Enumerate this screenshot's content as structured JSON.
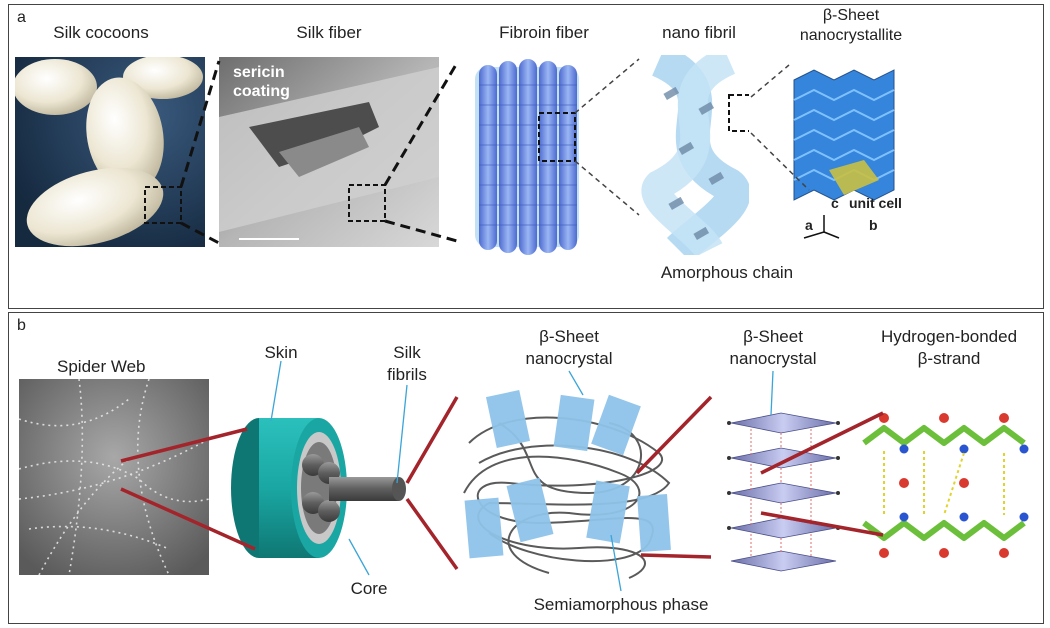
{
  "panel_a": {
    "panel_label": "a",
    "labels": {
      "silk_cocoons": "Silk cocoons",
      "silk_fiber": "Silk fiber",
      "sericin_coating": "sericin coating",
      "fibroin_fiber": "Fibroin fiber",
      "nano_fibril": "nano fibril",
      "beta_sheet_line1": "β-Sheet",
      "beta_sheet_line2": "nanocrystallite",
      "amorphous_chain": "Amorphous chain",
      "unit_cell": "unit cell",
      "axis_c": "c",
      "axis_a": "a",
      "axis_b": "b"
    }
  },
  "panel_b": {
    "panel_label": "b",
    "labels": {
      "spider_web": "Spider Web",
      "skin": "Skin",
      "silk_fibrils_line1": "Silk",
      "silk_fibrils_line2": "fibrils",
      "core": "Core",
      "nanocrystal1_line1": "β-Sheet",
      "nanocrystal1_line2": "nanocrystal",
      "nanocrystal2_line1": "β-Sheet",
      "nanocrystal2_line2": "nanocrystal",
      "hbond_line1": "Hydrogen-bonded",
      "hbond_line2": "β-strand",
      "semiamorphous": "Semiamorphous phase"
    }
  },
  "colors": {
    "cocoon_bg": "#1f3b5c",
    "cocoon": "#f3efe2",
    "sem_gray": "#8c8c8c",
    "fibroin_blue": "#6f8fe0",
    "fibril_light": "#a9d4f0",
    "crystal_blue": "#1f78d8",
    "unit_cell_yellow": "#c9c043",
    "teal": "#1aa7a3",
    "red_line": "#a3242a",
    "nanocrystal_block": "#8fc4ea",
    "chain_gray": "#5a5a5a",
    "strand_green": "#6bbf3a"
  }
}
